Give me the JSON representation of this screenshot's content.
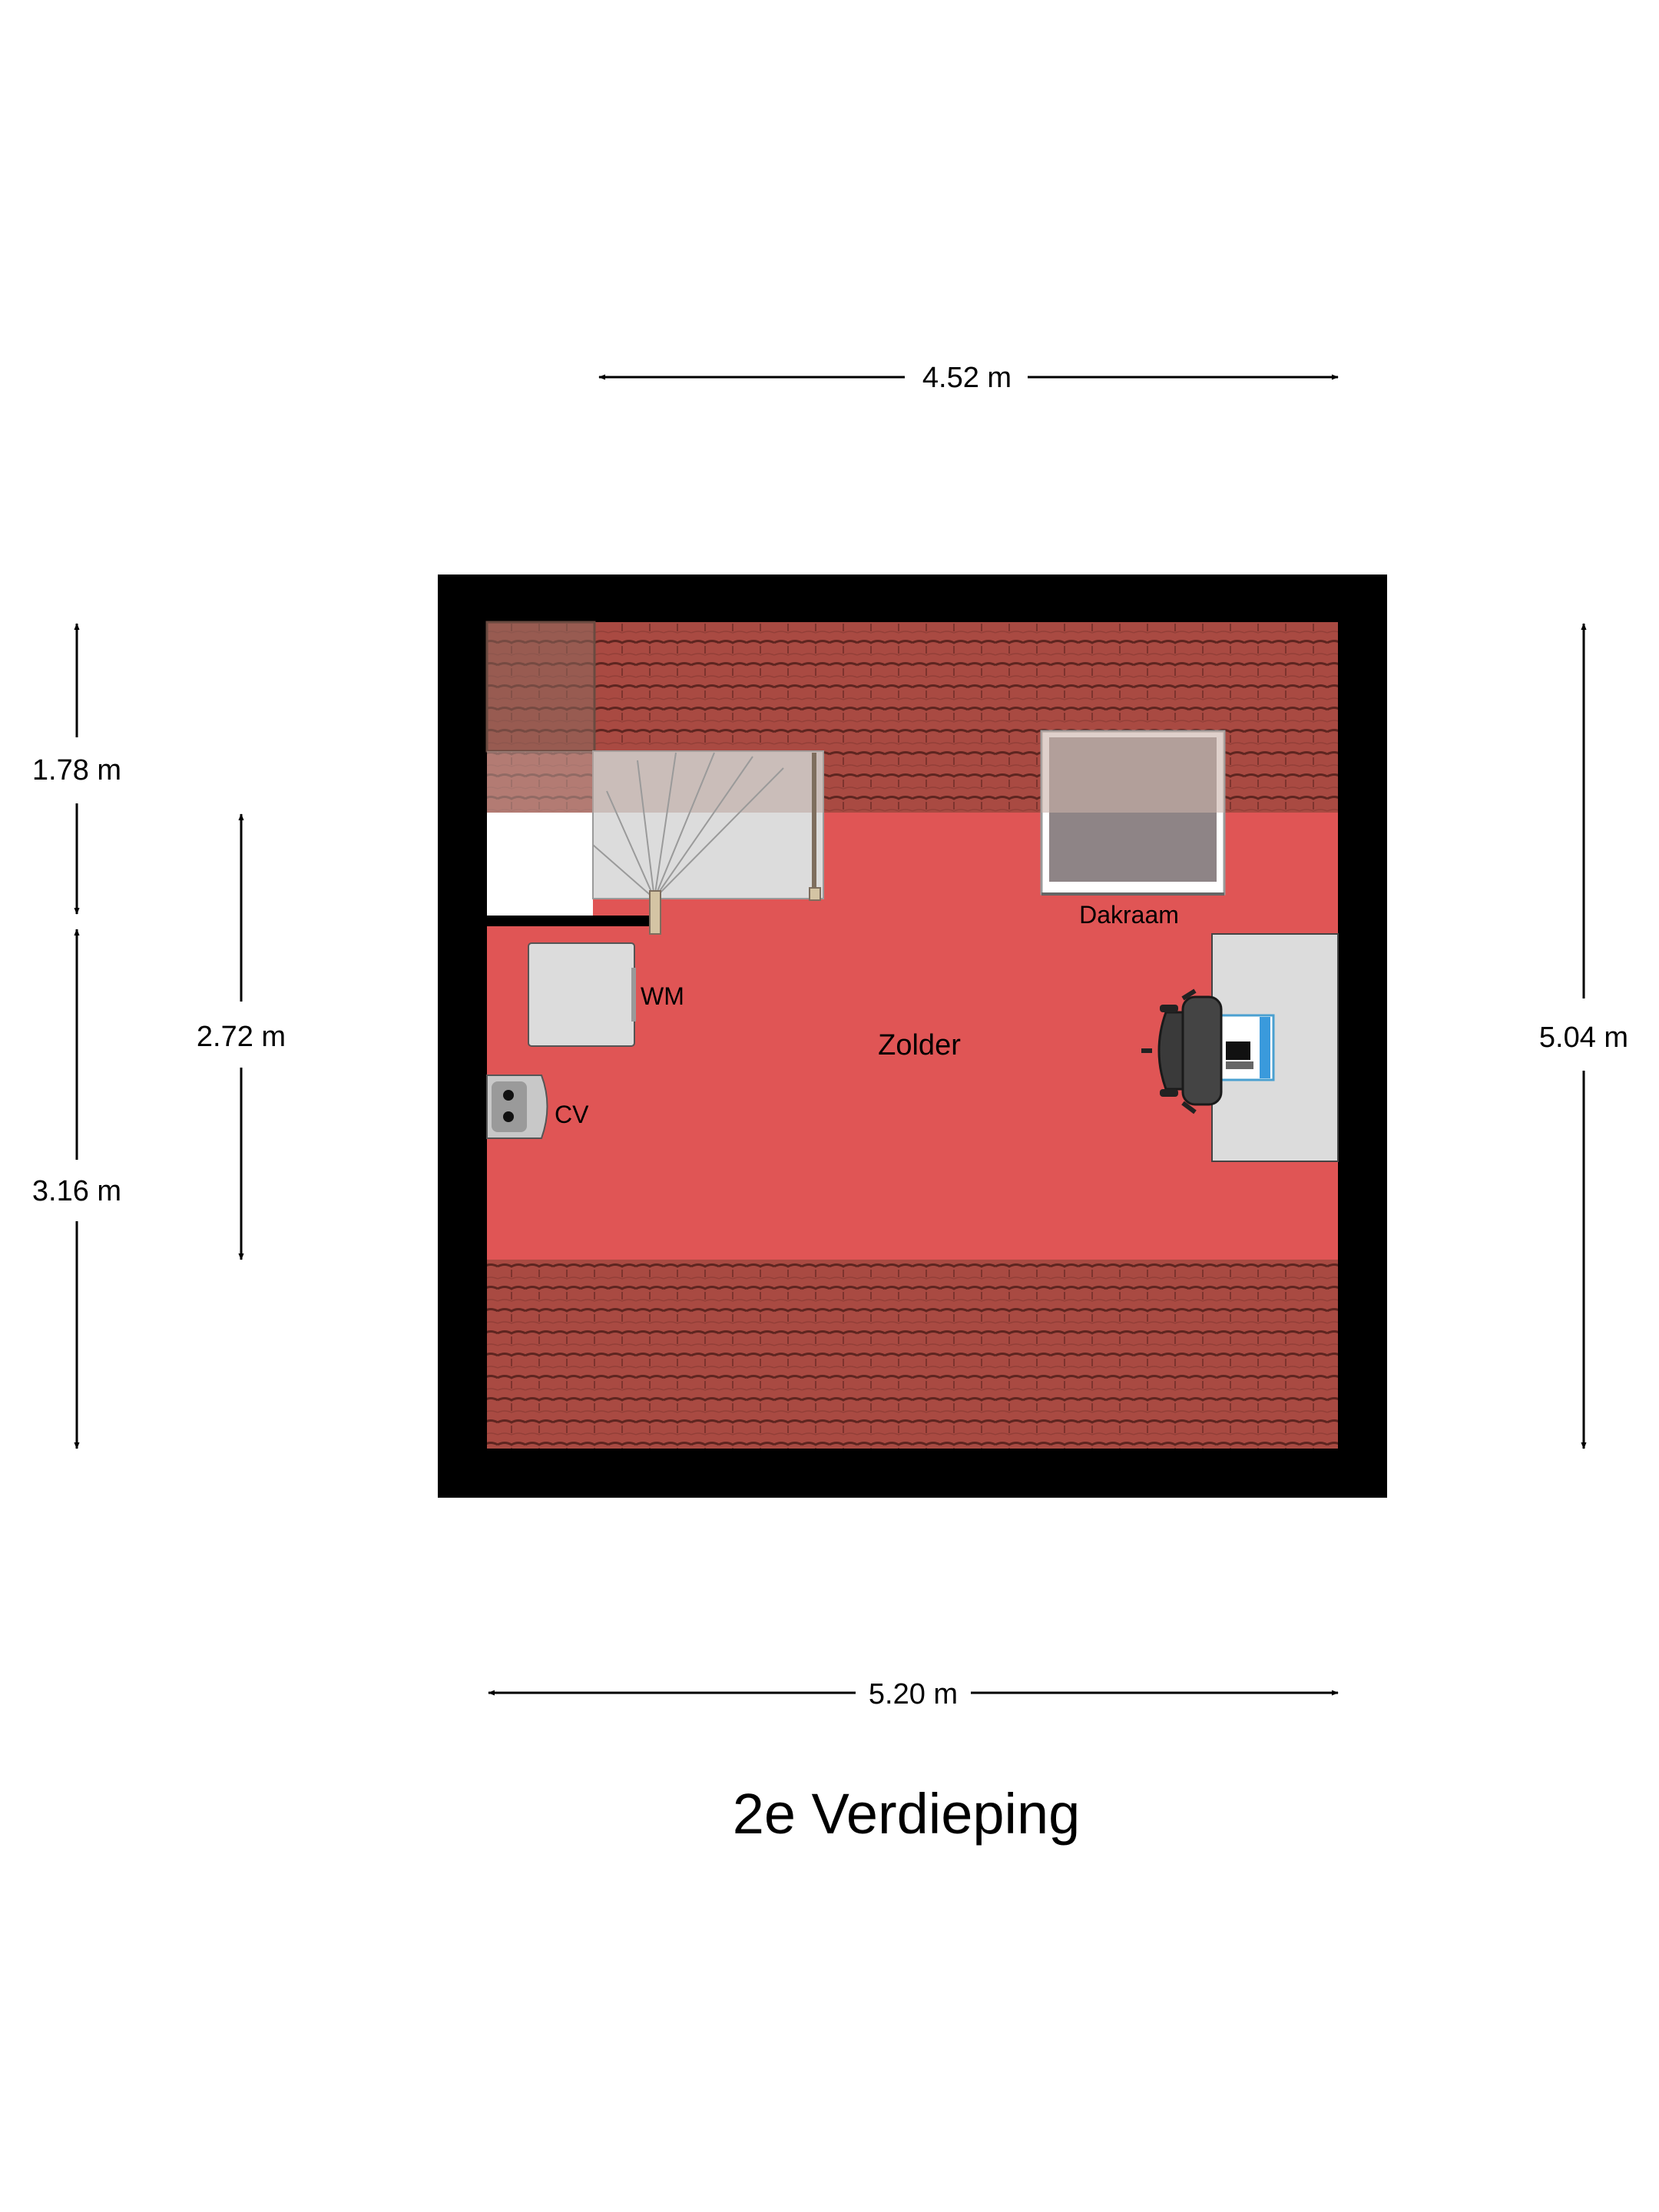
{
  "title": "2e Verdieping",
  "dimensions": {
    "top_width": "4.52 m",
    "bottom_width": "5.20 m",
    "left_upper": "1.78 m",
    "left_lower": "3.16 m",
    "left_inner": "2.72 m",
    "right_height": "5.04 m"
  },
  "rooms": {
    "main": "Zolder",
    "skylight": "Dakraam",
    "washer": "WM",
    "boiler": "CV"
  },
  "icons": [
    "stair-icon",
    "washing-machine-icon",
    "boiler-icon",
    "desk-chair-icon",
    "computer-icon",
    "skylight-icon"
  ],
  "colors": {
    "wall": "#000000",
    "floor": "#e05555",
    "roof_tiles": "#a94a42",
    "furniture": "#dcdcdc"
  }
}
